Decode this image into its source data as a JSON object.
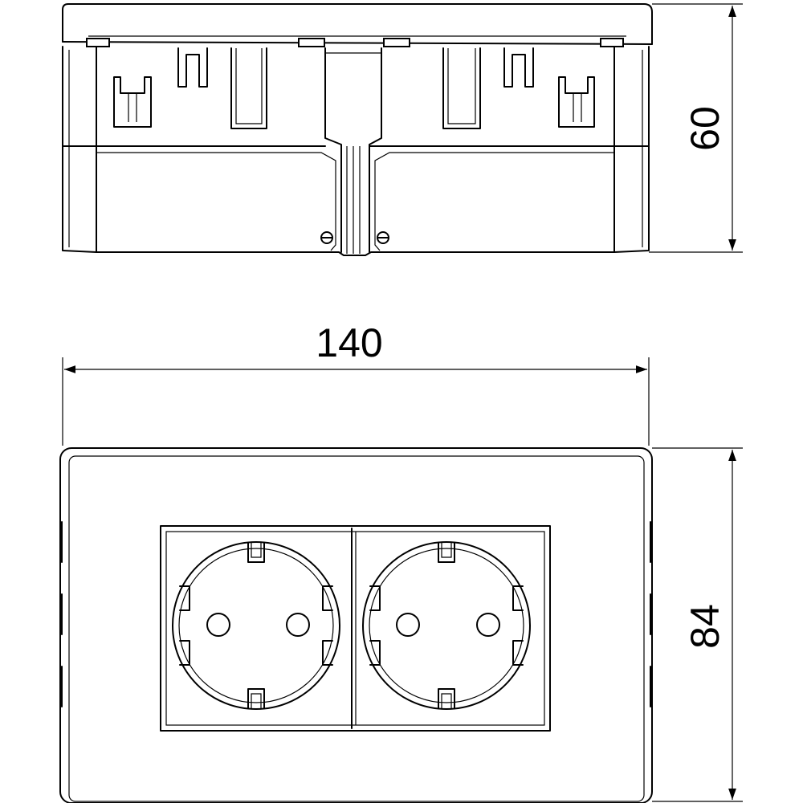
{
  "dimensions": {
    "height_side": "60",
    "width": "140",
    "height_front": "84"
  },
  "colors": {
    "line": "#000000",
    "background": "#ffffff"
  }
}
